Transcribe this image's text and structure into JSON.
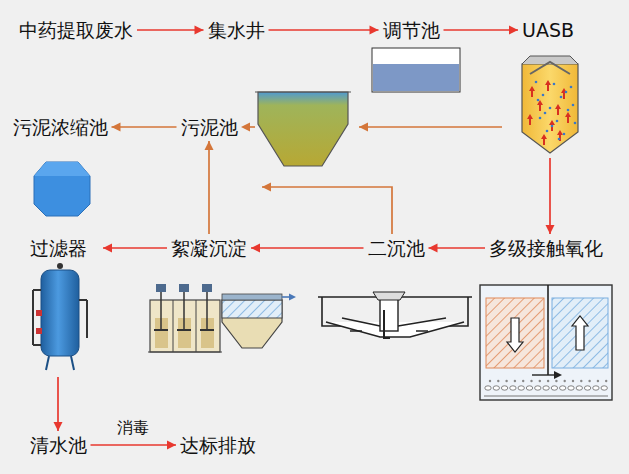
{
  "diagram": {
    "nodes": [
      {
        "text": [
          "中药提取废水"
        ]
      },
      {
        "text": [
          "集水井"
        ]
      },
      {
        "text": [
          "调节池"
        ]
      },
      {
        "text": [
          "UASB"
        ]
      },
      {
        "text": [
          "污泥浓缩池"
        ]
      },
      {
        "text": [
          "污泥池"
        ]
      },
      {
        "text": [
          "过滤器"
        ]
      },
      {
        "text": [
          "絮凝沉淀"
        ]
      },
      {
        "text": [
          "二沉池"
        ]
      },
      {
        "text": [
          "多级接触氧化"
        ]
      },
      {
        "text": [
          "清水池"
        ]
      },
      {
        "text": [
          "达标排放"
        ]
      }
    ],
    "edges": [
      {
        "from": 0,
        "to": 1,
        "arrow": "to"
      },
      {
        "from": 1,
        "to": 2,
        "arrow": "to"
      },
      {
        "from": 2,
        "to": 3,
        "arrow": "to"
      },
      {
        "from": 3,
        "to": 9,
        "arrow": "to"
      },
      {
        "from": 3,
        "to": 5,
        "arrow": "to"
      },
      {
        "from": 5,
        "to": 4,
        "arrow": "to"
      },
      {
        "from": 9,
        "to": 8,
        "arrow": "to"
      },
      {
        "from": 8,
        "to": 5,
        "arrow": "to"
      },
      {
        "from": 8,
        "to": 7,
        "arrow": "to"
      },
      {
        "from": 7,
        "to": 5,
        "arrow": "to"
      },
      {
        "from": 7,
        "to": 6,
        "arrow": "to"
      },
      {
        "from": 6,
        "to": 10,
        "arrow": "to"
      },
      {
        "from": 10,
        "to": 11,
        "label": "消毒",
        "arrow": "to"
      }
    ]
  }
}
